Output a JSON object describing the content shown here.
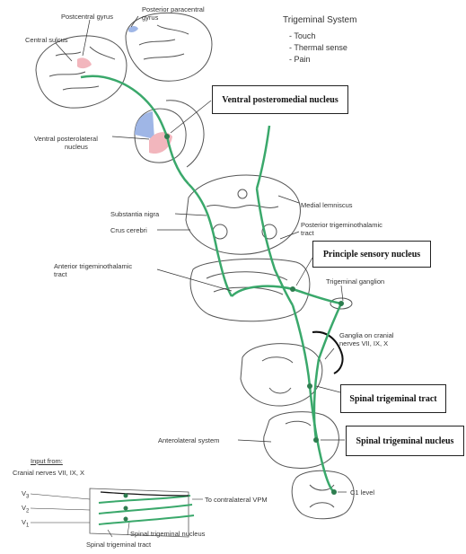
{
  "legend": {
    "title": "Trigeminal System",
    "items": [
      "- Touch",
      "- Thermal sense",
      "- Pain"
    ]
  },
  "callouts": {
    "vpm": "Ventral posteromedial nucleus",
    "principal_sensory": "Principle sensory nucleus",
    "spinal_tract": "Spinal trigeminal tract",
    "spinal_nucleus": "Spinal trigeminal nucleus"
  },
  "labels": {
    "postcentral_gyrus": "Postcentral gyrus",
    "posterior_paracentral_1": "Posterior paracentral",
    "posterior_paracentral_2": "gyrus",
    "central_sulcus": "Central sulcus",
    "vpl_1": "Ventral posterolateral",
    "vpl_2": "nucleus",
    "substantia_nigra": "Substantia nigra",
    "crus_cerebri": "Crus cerebri",
    "medial_lemniscus": "Medial lemniscus",
    "posterior_tt_1": "Posterior trigeminothalamic",
    "posterior_tt_2": "tract",
    "anterior_tt_1": "Anterior trigeminothalamic",
    "anterior_tt_2": "tract",
    "trigeminal_ganglion": "Trigeminal ganglion",
    "ganglia_1": "Ganglia on cranial",
    "ganglia_2": "nerves VII, IX, X",
    "anterolateral": "Anterolateral system",
    "c1_level": "C1 level"
  },
  "inset": {
    "input_from": "Input from:",
    "cranial_nerves": "Cranial nerves VII, IX, X",
    "v3": "V",
    "v3_sub": "3",
    "v2": "V",
    "v2_sub": "2",
    "v1": "V",
    "v1_sub": "1",
    "to_vpm": "To contralateral VPM",
    "spinal_nucleus": "Spinal trigeminal nucleus",
    "spinal_tract": "Spinal trigeminal tract"
  },
  "colors": {
    "pathway": "#3aa86b",
    "cortex_pink": "#f2b6bd",
    "cortex_blue": "#9fb6e6",
    "outline": "#555555"
  }
}
